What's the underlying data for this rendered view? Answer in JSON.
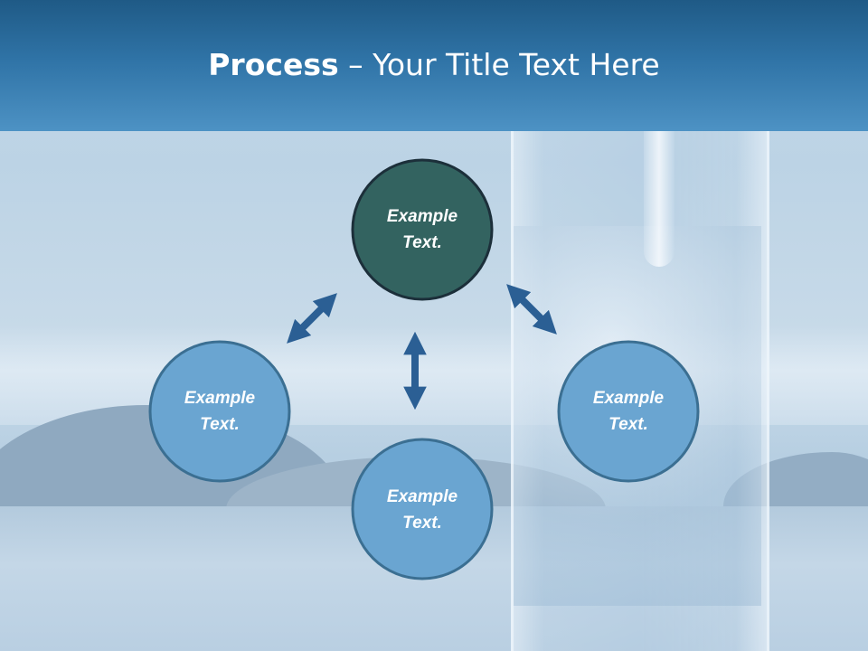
{
  "title": {
    "bold": "Process",
    "rest": " – Your Title Text Here"
  },
  "colors": {
    "title_bar": "#2f73a6",
    "center_node": "#336360",
    "outer_node": "#6aa5d1",
    "arrow": "#2b5f94"
  },
  "nodes": {
    "top": {
      "line1": "Example",
      "line2": "Text."
    },
    "left": {
      "line1": "Example",
      "line2": "Text."
    },
    "bottom": {
      "line1": "Example",
      "line2": "Text."
    },
    "right": {
      "line1": "Example",
      "line2": "Text."
    }
  }
}
